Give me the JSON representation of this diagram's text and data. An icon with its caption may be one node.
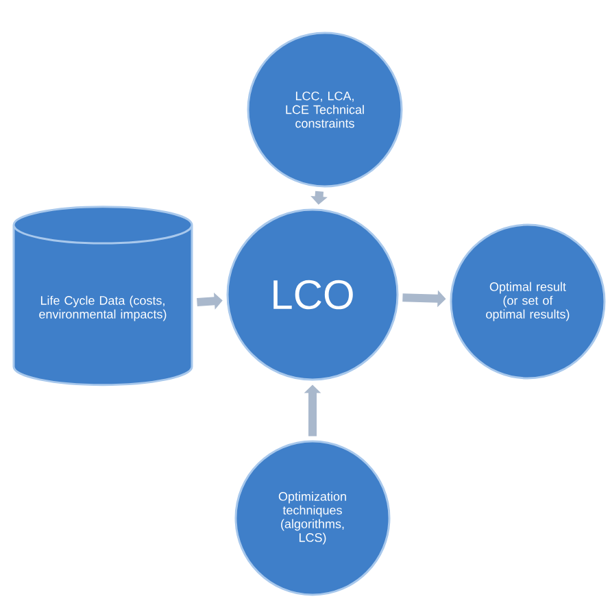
{
  "diagram": {
    "nodes": [
      {
        "text": [
          "LCC, LCA, LCE Technical constraints"
        ]
      },
      {
        "text": [
          "Life Cycle Data (costs, environmental impacts)"
        ]
      },
      {
        "text": [
          "LCO"
        ]
      },
      {
        "text": [
          "Optimal result (or set of optimal results)"
        ]
      },
      {
        "text": [
          "Optimization techniques (algorithms, LCS)"
        ]
      }
    ],
    "edges": [
      {
        "from": 0,
        "to": 2,
        "arrow": "to"
      },
      {
        "from": 1,
        "to": 2,
        "arrow": "to"
      },
      {
        "from": 2,
        "to": 3,
        "arrow": "to"
      },
      {
        "from": 4,
        "to": 2,
        "arrow": "to"
      }
    ]
  }
}
